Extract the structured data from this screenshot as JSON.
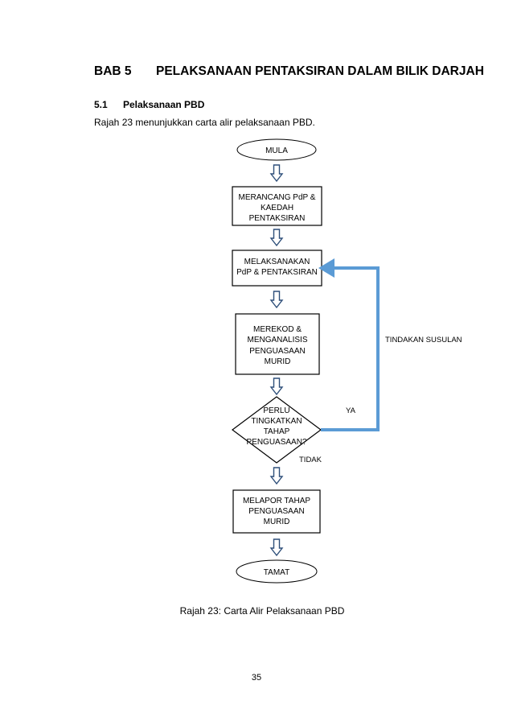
{
  "heading": {
    "number": "BAB 5",
    "title": "PELAKSANAAN PENTAKSIRAN DALAM BILIK DARJAH"
  },
  "section": {
    "number": "5.1",
    "title": "Pelaksanaan PBD"
  },
  "intro": "Rajah 23 menunjukkan carta alir pelaksanaan PBD.",
  "flowchart": {
    "start": "MULA",
    "step1": [
      "MERANCANG PdP &",
      "KAEDAH",
      "PENTAKSIRAN"
    ],
    "step2": [
      "MELAKSANAKAN",
      "PdP & PENTAKSIRAN"
    ],
    "step3": [
      "MEREKOD &",
      "MENGANALISIS",
      "PENGUASAAN",
      "MURID"
    ],
    "decision": [
      "PERLU",
      "TINGKATKAN",
      "TAHAP",
      "PENGUASAAN?"
    ],
    "step4": [
      "MELAPOR TAHAP",
      "PENGUASAAN",
      "MURID"
    ],
    "end": "TAMAT",
    "label_yes": "YA",
    "label_no": "TIDAK",
    "label_loop": "TINDAKAN SUSULAN",
    "loop_color": "#5b9bd5",
    "arrow_color": "#2e4f7a"
  },
  "caption": "Rajah 23: Carta Alir Pelaksanaan PBD",
  "page_number": "35"
}
